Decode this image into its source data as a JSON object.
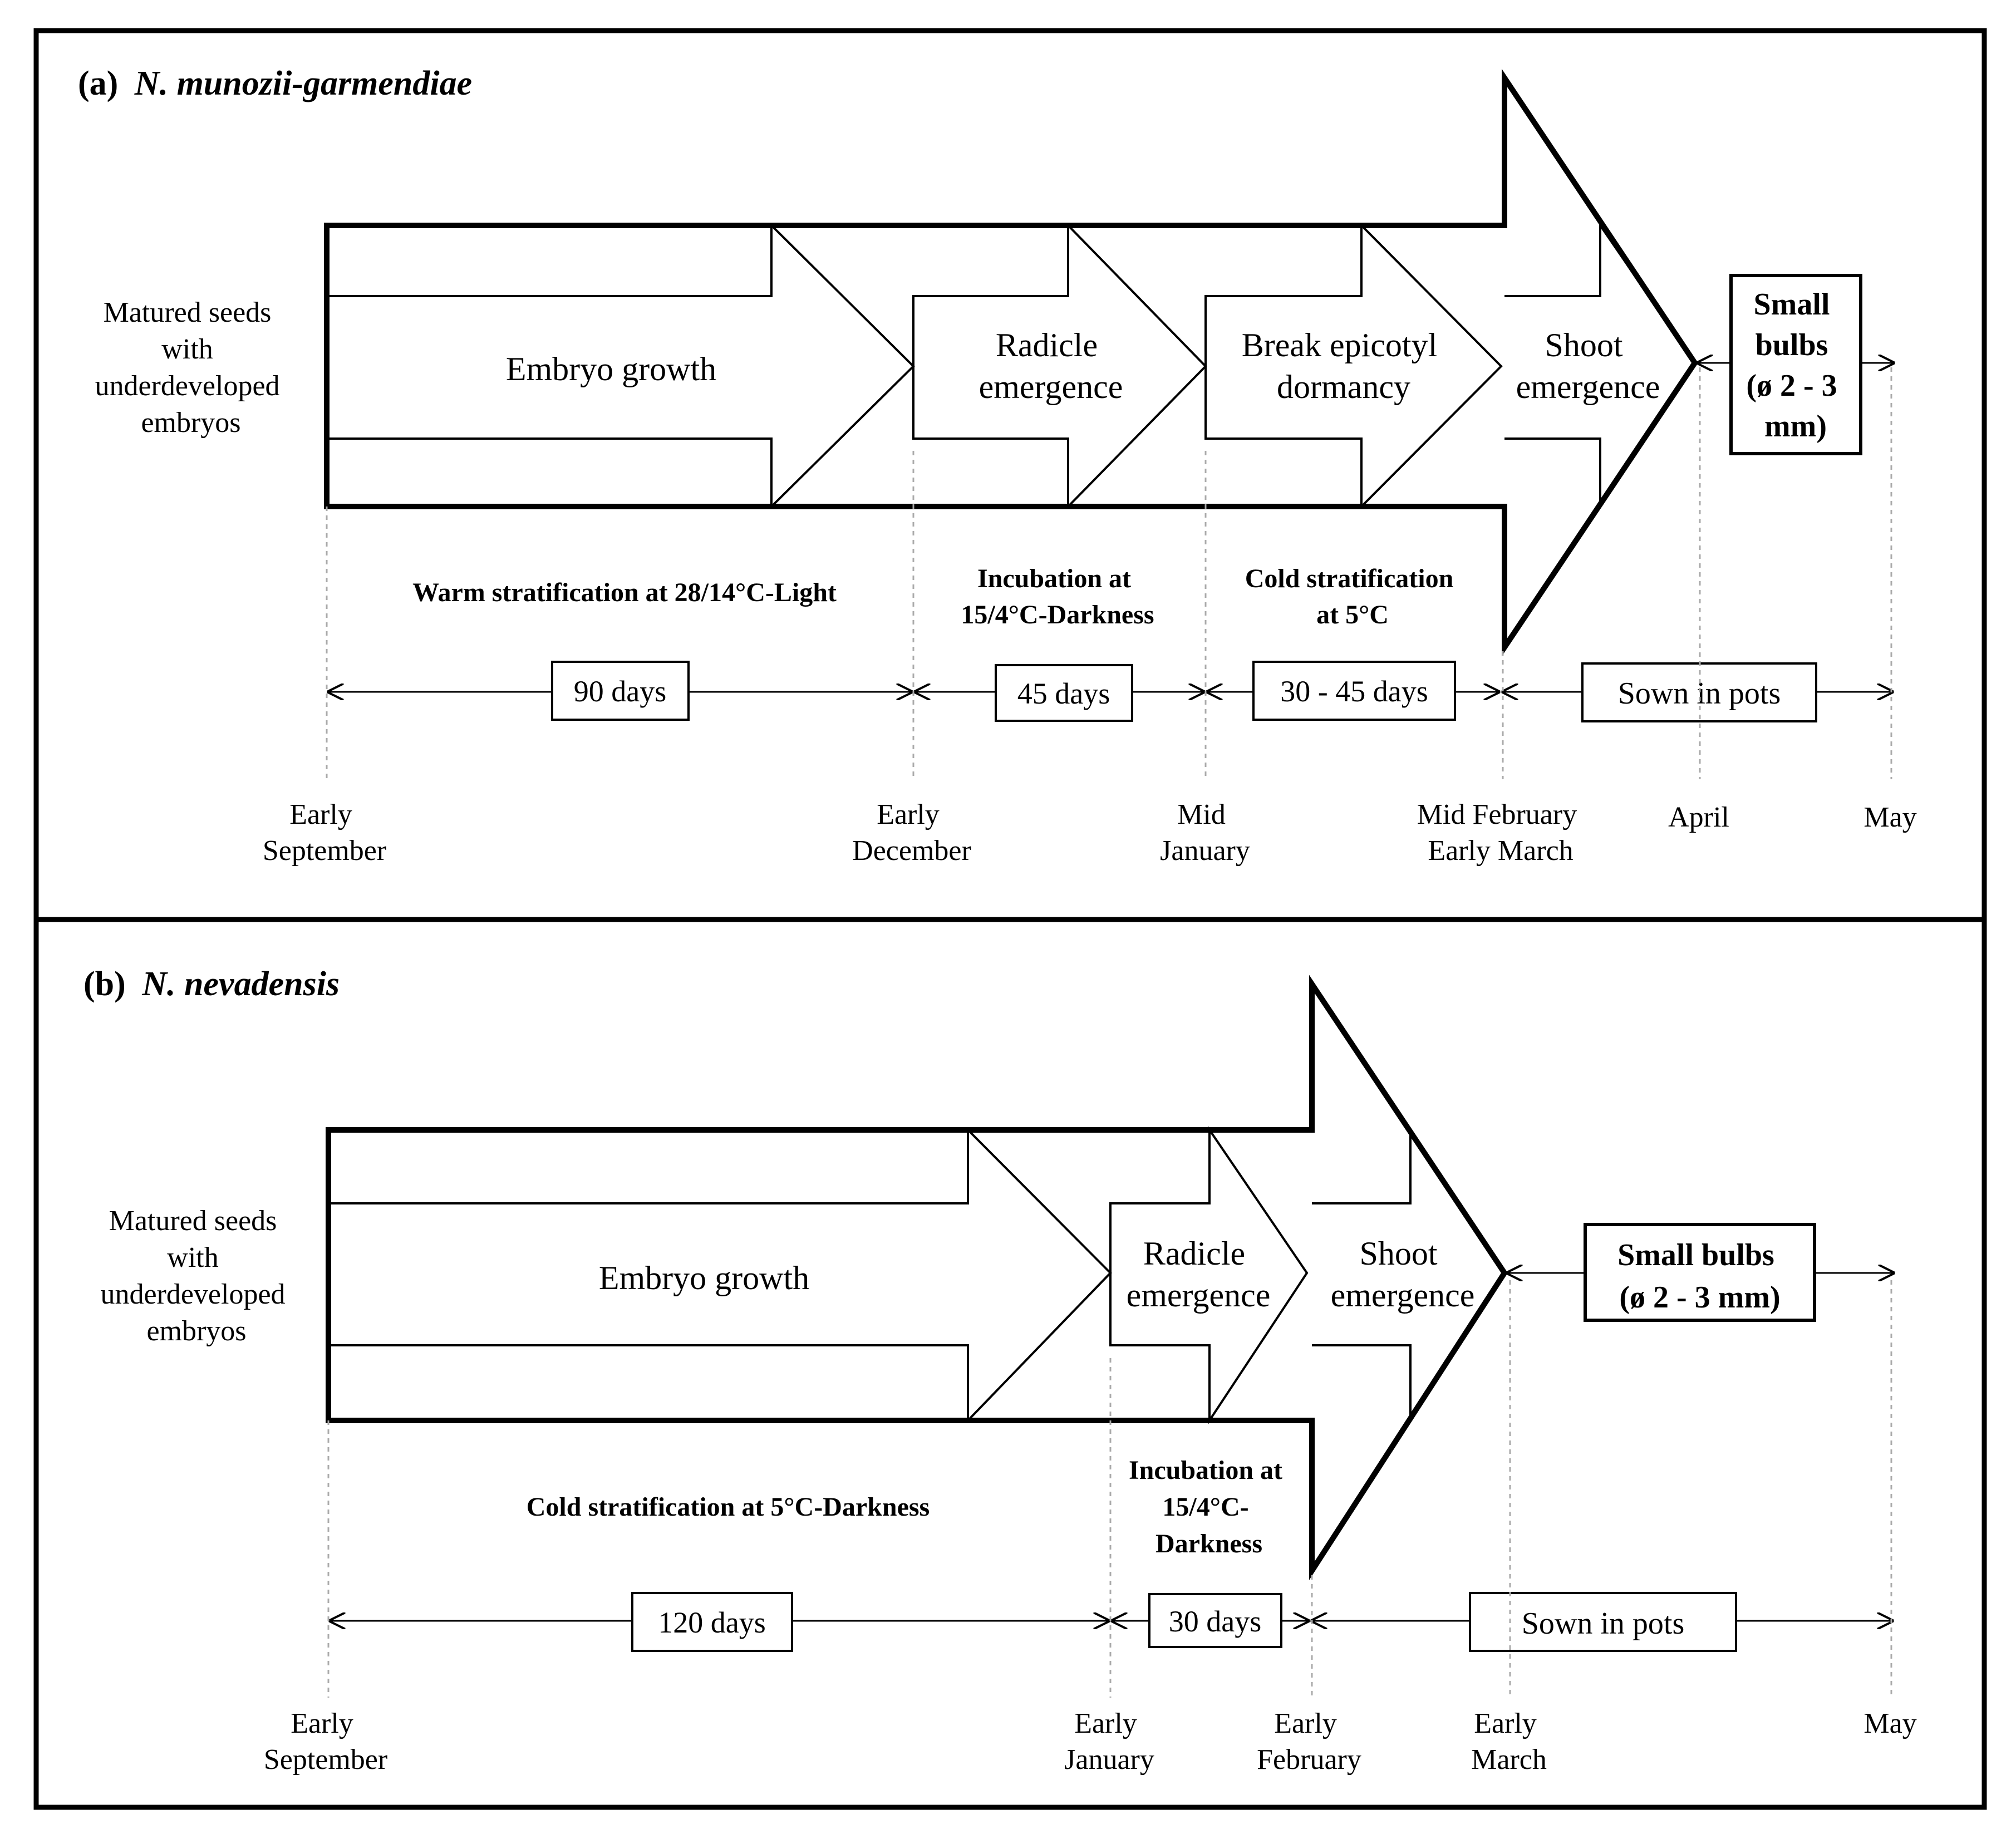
{
  "panels": [
    {
      "label": "(a)",
      "species": "N. munozii-garmendiae",
      "intro_lines": [
        "Matured seeds",
        "with",
        "underdeveloped",
        "embryos"
      ],
      "stages": [
        {
          "lines": [
            "Embryo growth"
          ]
        },
        {
          "lines": [
            "Radicle",
            "emergence"
          ]
        },
        {
          "lines": [
            "Break epicotyl",
            "dormancy"
          ]
        },
        {
          "lines": [
            "Shoot",
            "emergence"
          ]
        }
      ],
      "result_lines": [
        "Small",
        "bulbs",
        "(ø 2 - 3",
        "mm)"
      ],
      "conditions": [
        {
          "lines": [
            "Warm stratification at 28/14°C-Light"
          ]
        },
        {
          "lines": [
            "Incubation at",
            "15/4°C-Darkness"
          ]
        },
        {
          "lines": [
            "Cold stratification",
            "at 5°C"
          ]
        }
      ],
      "durations": [
        "90 days",
        "45 days",
        "30 - 45 days",
        "Sown in pots"
      ],
      "timepoints": [
        {
          "lines": [
            "Early",
            "September"
          ]
        },
        {
          "lines": [
            "Early",
            "December"
          ]
        },
        {
          "lines": [
            "Mid",
            "January"
          ]
        },
        {
          "lines": [
            "Mid February",
            "Early March"
          ]
        },
        {
          "lines": [
            "April"
          ]
        },
        {
          "lines": [
            "May"
          ]
        }
      ]
    },
    {
      "label": "(b)",
      "species": "N. nevadensis",
      "intro_lines": [
        "Matured seeds",
        "with",
        "underdeveloped",
        "embryos"
      ],
      "stages": [
        {
          "lines": [
            "Embryo growth"
          ]
        },
        {
          "lines": [
            "Radicle",
            "emergence"
          ]
        },
        {
          "lines": [
            "Shoot",
            "emergence"
          ]
        }
      ],
      "result_lines": [
        "Small bulbs",
        "(ø 2 - 3 mm)"
      ],
      "conditions": [
        {
          "lines": [
            "Cold stratification at 5°C-Darkness"
          ]
        },
        {
          "lines": [
            "Incubation at",
            "15/4°C-",
            "Darkness"
          ]
        }
      ],
      "durations": [
        "120 days",
        "30 days",
        "Sown in pots"
      ],
      "timepoints": [
        {
          "lines": [
            "Early",
            "September"
          ]
        },
        {
          "lines": [
            "Early",
            "January"
          ]
        },
        {
          "lines": [
            "Early",
            "February"
          ]
        },
        {
          "lines": [
            "Early",
            "March"
          ]
        },
        {
          "lines": [
            "May"
          ]
        }
      ]
    }
  ]
}
